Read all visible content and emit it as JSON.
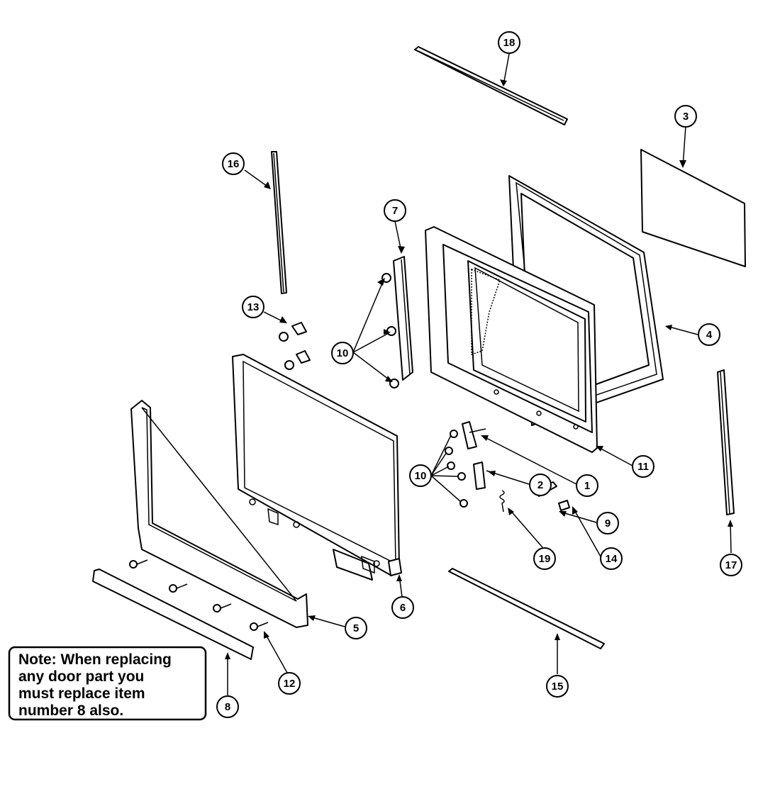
{
  "diagram": {
    "note": {
      "lines": [
        "Note:  When replacing",
        "any door part you",
        "must replace item",
        "number 8 also."
      ]
    },
    "callouts": [
      {
        "id": "c18",
        "label": "18"
      },
      {
        "id": "c3",
        "label": "3"
      },
      {
        "id": "c16",
        "label": "16"
      },
      {
        "id": "c7",
        "label": "7"
      },
      {
        "id": "c13",
        "label": "13"
      },
      {
        "id": "c10a",
        "label": "10"
      },
      {
        "id": "c4",
        "label": "4"
      },
      {
        "id": "c11",
        "label": "11"
      },
      {
        "id": "c1",
        "label": "1"
      },
      {
        "id": "c10b",
        "label": "10"
      },
      {
        "id": "c2",
        "label": "2"
      },
      {
        "id": "c9",
        "label": "9"
      },
      {
        "id": "c14",
        "label": "14"
      },
      {
        "id": "c19",
        "label": "19"
      },
      {
        "id": "c17",
        "label": "17"
      },
      {
        "id": "c6",
        "label": "6"
      },
      {
        "id": "c5",
        "label": "5"
      },
      {
        "id": "c12",
        "label": "12"
      },
      {
        "id": "c15",
        "label": "15"
      },
      {
        "id": "c8",
        "label": "8"
      }
    ]
  }
}
